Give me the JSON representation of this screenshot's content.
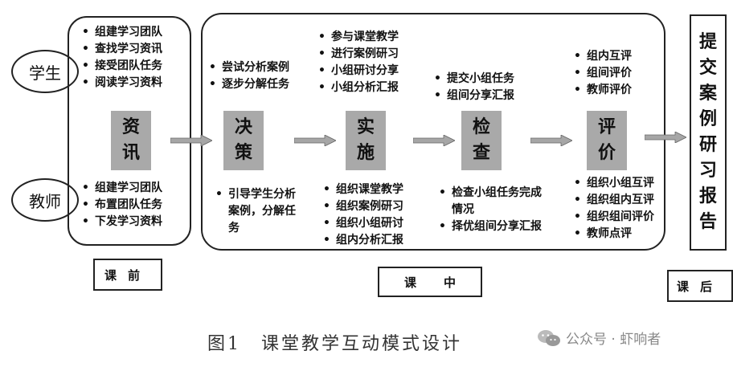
{
  "roles": {
    "student": "学生",
    "teacher": "教师"
  },
  "stages": [
    {
      "label": "资讯",
      "student": [
        "组建学习团队",
        "查找学习资讯",
        "接受团队任务",
        "阅读学习资料"
      ],
      "teacher": [
        "组建学习团队",
        "布置团队任务",
        "下发学习资料"
      ]
    },
    {
      "label": "决策",
      "student": [
        "尝试分析案例",
        "逐步分解任务"
      ],
      "teacher": [
        "引导学生分析",
        "案例，分解任",
        "务"
      ]
    },
    {
      "label": "实施",
      "student": [
        "参与课堂教学",
        "进行案例研习",
        "小组研讨分享",
        "小组分析汇报"
      ],
      "teacher": [
        "组织课堂教学",
        "组织案例研习",
        "组织小组研讨",
        "组内分析汇报"
      ]
    },
    {
      "label": "检查",
      "student": [
        "提交小组任务",
        "组间分享汇报"
      ],
      "teacher": [
        "检查小组任务完成",
        "情况",
        "择优组间分享汇报"
      ]
    },
    {
      "label": "评价",
      "student": [
        "组内互评",
        "组间评价",
        "教师评价"
      ],
      "teacher": [
        "组织小组互评",
        "组织组内互评",
        "组织组间评价",
        "教师点评"
      ]
    }
  ],
  "final_box": "提交案例研习报告",
  "phases": {
    "before": "课前",
    "during": "课中",
    "after": "课后"
  },
  "caption": "图1　课堂教学互动模式设计",
  "watermark": {
    "text": "公众号 · 虾响者",
    "icon": "wechat-icon"
  }
}
